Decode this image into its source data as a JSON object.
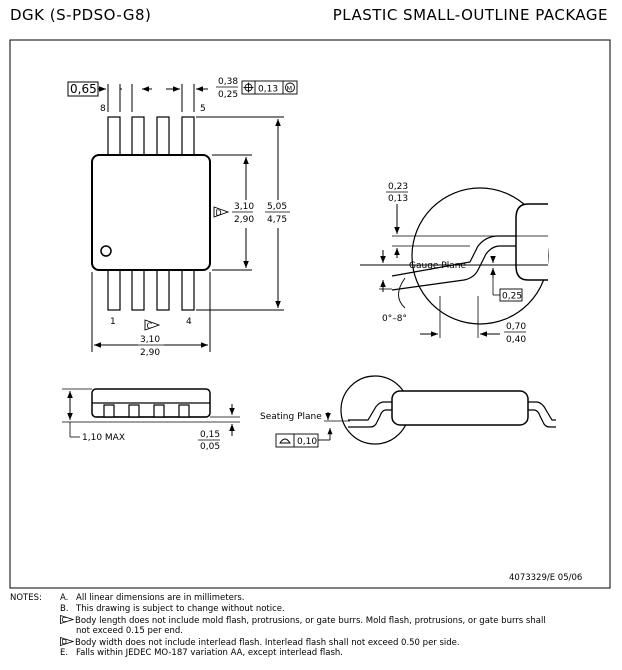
{
  "header": {
    "package_code": "DGK (S-PDSO-G8)",
    "package_name": "PLASTIC SMALL-OUTLINE PACKAGE"
  },
  "dimensions": {
    "pitch": "0,65",
    "lead_width_max": "0,38",
    "lead_width_min": "0,25",
    "position_tol": "0,13",
    "pin8": "8",
    "pin5": "5",
    "pin1": "1",
    "pin4": "4",
    "body_len_max": "3,10",
    "body_len_min": "2,90",
    "overall_len_max": "5,05",
    "overall_len_min": "4,75",
    "body_w_max": "3,10",
    "body_w_min": "2,90",
    "note_d": "D",
    "note_c": "C",
    "lead_thk_max": "0,23",
    "lead_thk_min": "0,13",
    "gauge_plane": "Gauge Plane",
    "gauge_dim": "0,25",
    "angle": "0°–8°",
    "foot_max": "0,70",
    "foot_min": "0,40",
    "height": "1,10 MAX",
    "standoff_max": "0,15",
    "standoff_min": "0,05",
    "seating_plane": "Seating Plane",
    "flatness": "0,10",
    "drawing_no": "4073329/E 05/06"
  },
  "notes": {
    "label": "NOTES:",
    "items": [
      {
        "letter": "A.",
        "text": "All linear dimensions are in millimeters."
      },
      {
        "letter": "B.",
        "text": "This drawing is subject to change without notice."
      },
      {
        "letter": "C",
        "text": "Body length does not include mold flash, protrusions, or gate burrs.  Mold flash, protrusions, or gate burrs shall"
      },
      {
        "letter": "",
        "text": "not exceed 0.15 per end."
      },
      {
        "letter": "D",
        "text": "Body width does not include interlead flash. Interlead flash shall not exceed 0.50 per side."
      },
      {
        "letter": "E.",
        "text": "Falls within JEDEC MO-187 variation AA, except interlead flash."
      }
    ]
  }
}
